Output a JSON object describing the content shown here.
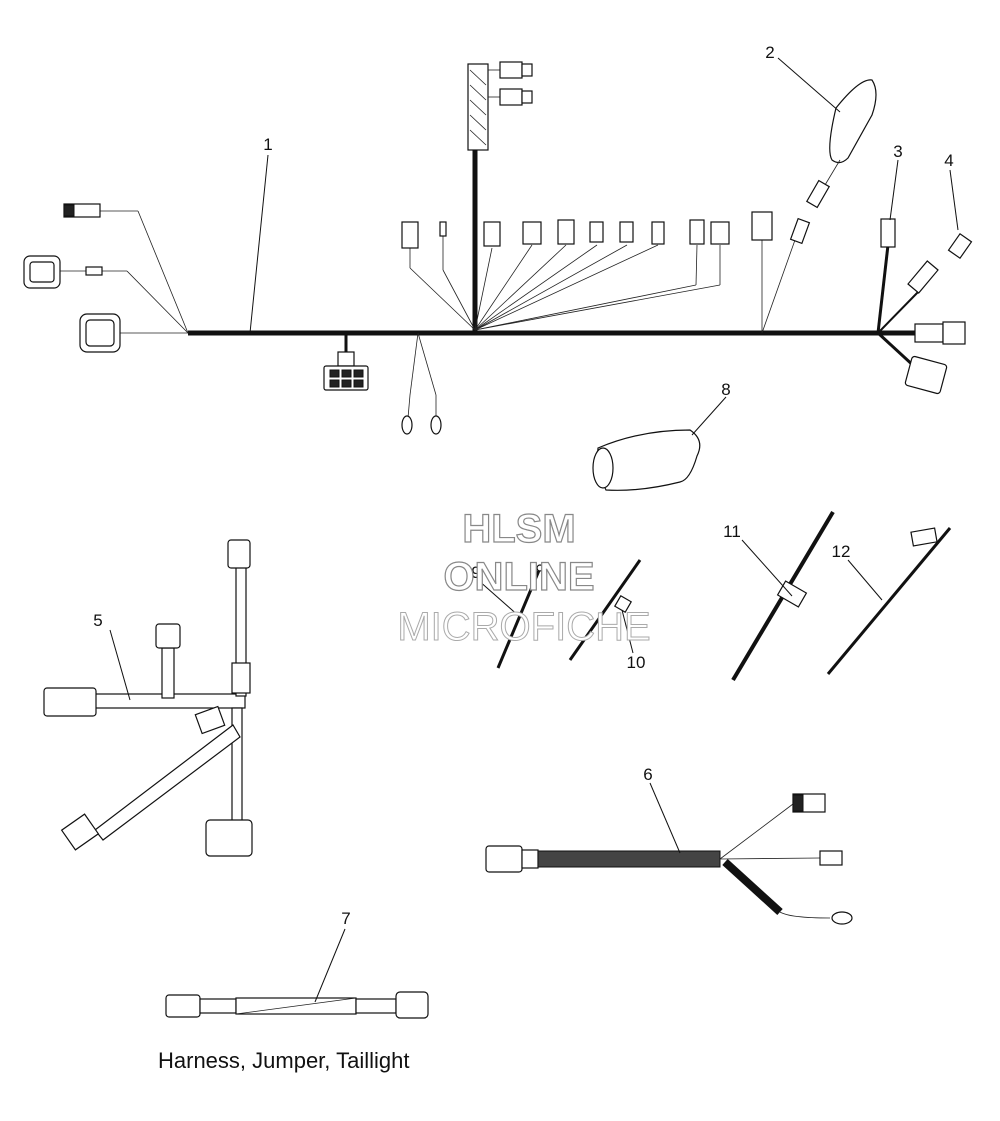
{
  "diagram": {
    "caption": "Harness, Jumper, Taillight",
    "callouts": [
      "1",
      "2",
      "3",
      "4",
      "5",
      "6",
      "7",
      "8",
      "9",
      "10",
      "11",
      "12"
    ],
    "watermark": {
      "line1": "HLSM",
      "line2": "ONLINE",
      "line3": "MICROFICHE"
    }
  }
}
